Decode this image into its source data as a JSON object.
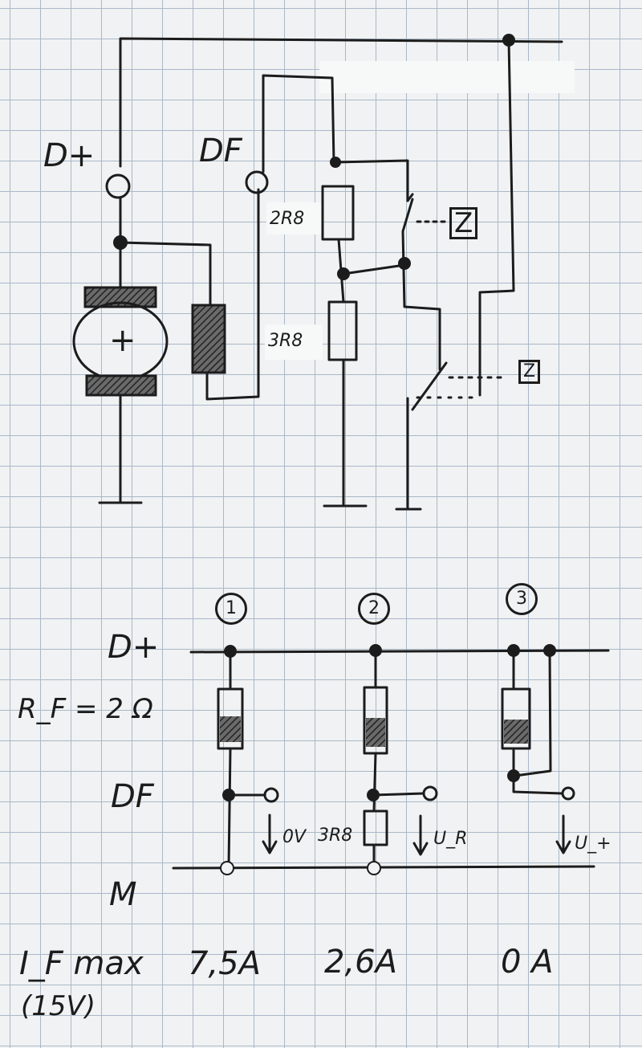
{
  "schematic": {
    "terminal_dplus": "D+",
    "terminal_df": "DF",
    "generator_sign": "+",
    "resistor_upper": "2R8",
    "resistor_lower": "3R8",
    "relay_symbol": "Z"
  },
  "cases": {
    "numbers": [
      "1",
      "2",
      "3"
    ],
    "rail_top": "D+",
    "rail_df": "DF",
    "rail_ground": "M",
    "field_resistance": "R_F = 2 Ω",
    "case1_voltage": "0V",
    "case2_resistor": "3R8",
    "case2_voltage": "U_R",
    "case3_voltage": "U_+",
    "current_label": "I_F max",
    "current_condition": "(15V)",
    "currents": [
      "7,5A",
      "2,6A",
      "0 A"
    ]
  }
}
